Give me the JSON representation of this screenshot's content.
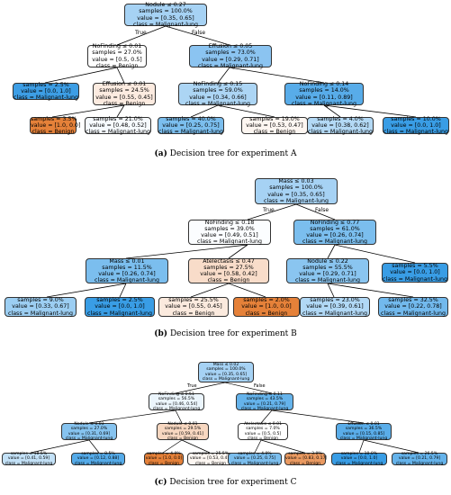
{
  "branch_labels": {
    "true": "True",
    "false": "False"
  },
  "trees": [
    {
      "caption_letter": "(a)",
      "caption_text": "Decision tree for experiment A",
      "nodes": {
        "root": [
          "Nodule ≤ 0.27",
          "samples = 100.0%",
          "value = [0.35, 0.65]",
          "class = Malignant-lung"
        ],
        "l": [
          "NoFinding ≤ 0.01",
          "samples = 27.0%",
          "value = [0.5, 0.5]",
          "class = Benign"
        ],
        "r": [
          "Effusion ≤ 0.05",
          "samples = 73.0%",
          "value = [0.29, 0.71]",
          "class = Malignant-lung"
        ],
        "ll": [
          "samples = 2.5%",
          "value = [0.0, 1.0]",
          "class = Malignant-lung"
        ],
        "lr": [
          "Effusion ≤ 0.01",
          "samples = 24.5%",
          "value = [0.55, 0.45]",
          "class = Benign"
        ],
        "rl": [
          "NoFinding ≤ 0.15",
          "samples = 59.0%",
          "value = [0.34, 0.66]",
          "class = Malignant-lung"
        ],
        "rr": [
          "NoFinding ≤ 0.14",
          "samples = 14.0%",
          "value = [0.11, 0.89]",
          "class = Malignant-lung"
        ],
        "lrl": [
          "samples = 3.5%",
          "value = [1.0, 0.0]",
          "class = Benign"
        ],
        "lrr": [
          "samples = 21.0%",
          "value = [0.48, 0.52]",
          "class = Malignant-lung"
        ],
        "rll": [
          "samples = 40.0%",
          "value = [0.25, 0.75]",
          "class = Malignant-lung"
        ],
        "rlr": [
          "samples = 19.0%",
          "value = [0.53, 0.47]",
          "class = Benign"
        ],
        "rrl": [
          "samples = 4.0%",
          "value = [0.38, 0.62]",
          "class = Malignant-lung"
        ],
        "rrr": [
          "samples = 10.0%",
          "value = [0.0, 1.0]",
          "class = Malignant-lung"
        ]
      }
    },
    {
      "caption_letter": "(b)",
      "caption_text": "Decision tree for experiment B",
      "nodes": {
        "root": [
          "Mass ≤ 0.03",
          "samples = 100.0%",
          "value = [0.35, 0.65]",
          "class = Malignant-lung"
        ],
        "l": [
          "NoFinding ≤ 0.18",
          "samples = 39.0%",
          "value = [0.49, 0.51]",
          "class = Malignant-lung"
        ],
        "r": [
          "NoFinding ≤ 0.77",
          "samples = 61.0%",
          "value = [0.26, 0.74]",
          "class = Malignant-lung"
        ],
        "ll": [
          "Mass ≤ 0.01",
          "samples = 11.5%",
          "value = [0.26, 0.74]",
          "class = Malignant-lung"
        ],
        "lr": [
          "Atelectasis ≤ 0.47",
          "samples = 27.5%",
          "value = [0.58, 0.42]",
          "class = Benign"
        ],
        "rl": [
          "Nodule ≤ 0.22",
          "samples = 55.5%",
          "value = [0.29, 0.71]",
          "class = Malignant-lung"
        ],
        "rr": [
          "samples = 5.5%",
          "value = [0.0, 1.0]",
          "class = Malignant-lung"
        ],
        "lll": [
          "samples = 9.0%",
          "value = [0.33, 0.67]",
          "class = Malignant-lung"
        ],
        "llr": [
          "samples = 2.5%",
          "value = [0.0, 1.0]",
          "class = Malignant-lung"
        ],
        "lrl": [
          "samples = 25.5%",
          "value = [0.55, 0.45]",
          "class = Benign"
        ],
        "lrr": [
          "samples = 2.0%",
          "value = [1.0, 0.0]",
          "class = Benign"
        ],
        "rll": [
          "samples = 23.0%",
          "value = [0.39, 0.61]",
          "class = Malignant-lung"
        ],
        "rlr": [
          "samples = 32.5%",
          "value = [0.22, 0.78]",
          "class = Malignant-lung"
        ]
      }
    },
    {
      "caption_letter": "(c)",
      "caption_text": "Decision tree for experiment C",
      "nodes": {
        "root": [
          "Mass ≤ 0.02",
          "samples = 100.0%",
          "value = [0.35, 0.65]",
          "class = Malignant-lung"
        ],
        "l": [
          "NoFinding ≤ 0.51",
          "samples = 56.5%",
          "value = [0.46, 0.54]",
          "class = Malignant-lung"
        ],
        "r": [
          "NoFinding ≤ 0.11",
          "samples = 43.5%",
          "value = [0.21, 0.79]",
          "class = Malignant-lung"
        ],
        "ll": [
          "Nodule ≤ 0.03",
          "samples = 27.0%",
          "value = [0.31, 0.69]",
          "class = Malignant-lung"
        ],
        "lr": [
          "Nodule ≤ 0.01",
          "samples = 29.5%",
          "value = [0.59, 0.41]",
          "class = Benign"
        ],
        "rl": [
          "Atelectasis ≤ 0.01",
          "samples = 7.0%",
          "value = [0.5, 0.5]",
          "class = Benign"
        ],
        "rr": [
          "Effusion ≤ 0.01",
          "samples = 36.5%",
          "value = [0.15, 0.85]",
          "class = Malignant-lung"
        ],
        "lll": [
          "samples = 18.5%",
          "value = [0.41, 0.59]",
          "class = Malignant-lung"
        ],
        "llr": [
          "samples = 8.5%",
          "value = [0.12, 0.88]",
          "class = Malignant-lung"
        ],
        "lrl": [
          "samples = 4.0%",
          "value = [1.0, 0.0]",
          "class = Benign"
        ],
        "lrr": [
          "samples = 25.5%",
          "value = [0.53, 0.47]",
          "class = Benign"
        ],
        "rll": [
          "samples = 4.0%",
          "value = [0.25, 0.75]",
          "class = Malignant-lung"
        ],
        "rlr": [
          "samples = 3.0%",
          "value = [0.83, 0.17]",
          "class = Benign"
        ],
        "rrl": [
          "samples = 10.0%",
          "value = [0.0, 1.0]",
          "class = Malignant-lung"
        ],
        "rrr": [
          "samples = 26.5%",
          "value = [0.21, 0.79]",
          "class = Malignant-lung"
        ]
      }
    }
  ]
}
